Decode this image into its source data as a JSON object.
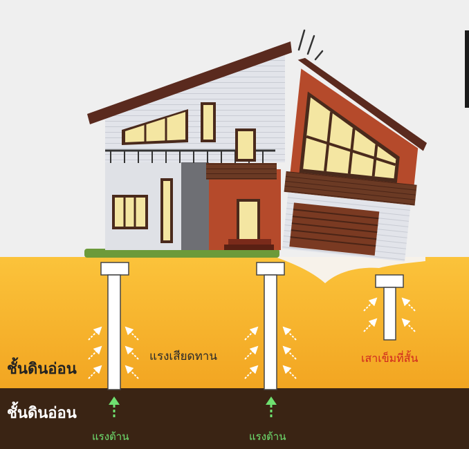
{
  "labels": {
    "soft_soil": "ชั้นดินอ่อน",
    "hard_soil": "ชั้นดินอ่อน",
    "skin_friction": "แรงเสียดทาน",
    "short_pile": "เสาเข็มที่สั้น",
    "bearing_left": "แรงต้าน",
    "bearing_right": "แรงต้าน"
  },
  "colors": {
    "background": "#efefef",
    "soft_soil": "#f5b92a",
    "hard_soil": "#3a2414",
    "bearing_arrow": "#6fe070",
    "short_pile_text": "#d0261f",
    "roof": "#5a2a1e",
    "wall": "#dfe1e6",
    "window": "#f4e6a2"
  }
}
